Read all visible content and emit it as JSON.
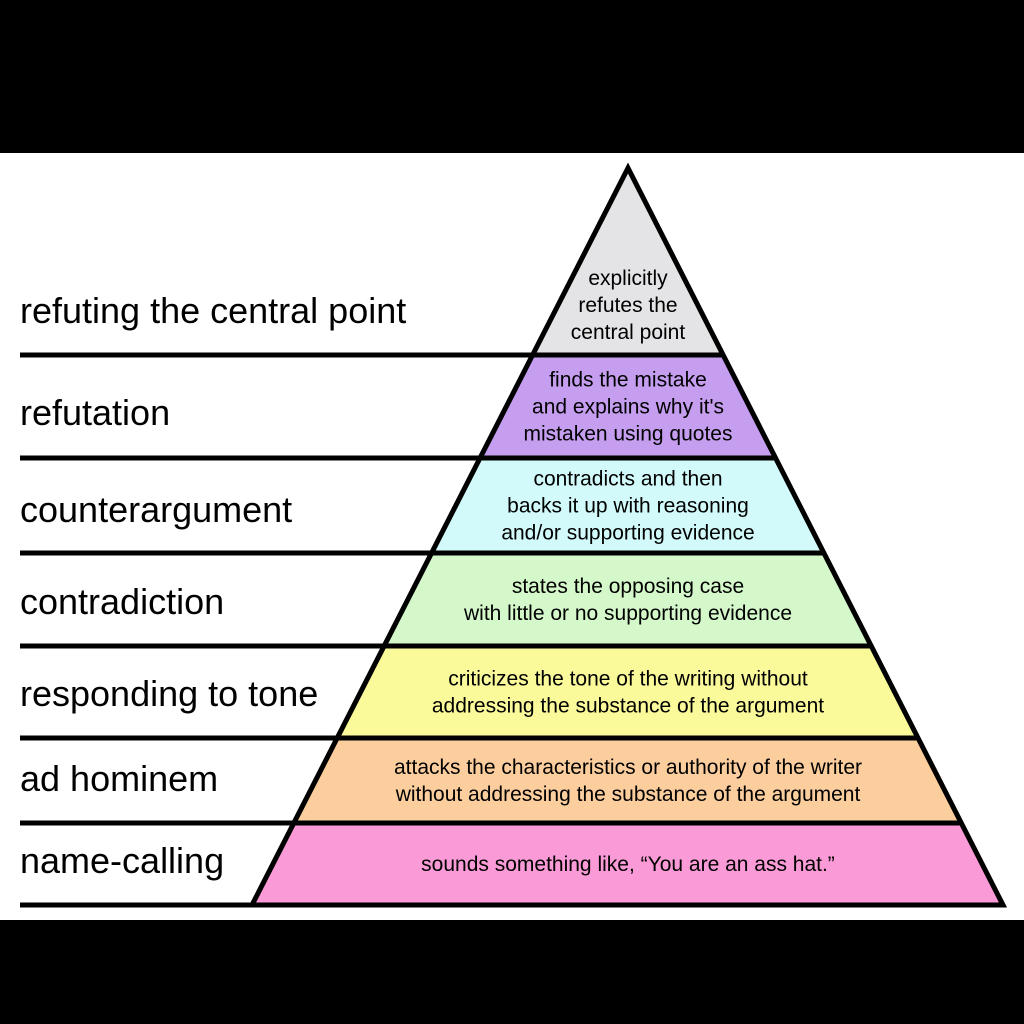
{
  "levels": [
    {
      "label": "refuting the central point",
      "desc": [
        "explicitly",
        "refutes the",
        "central point"
      ],
      "color": "#e4e4e6"
    },
    {
      "label": "refutation",
      "desc": [
        "finds the mistake",
        "and explains why it's",
        "mistaken using quotes"
      ],
      "color": "#c69ef0"
    },
    {
      "label": "counterargument",
      "desc": [
        "contradicts and then",
        "backs it up with reasoning",
        "and/or supporting evidence"
      ],
      "color": "#d2fafa"
    },
    {
      "label": "contradiction",
      "desc": [
        "states the opposing case",
        "with little or no supporting evidence"
      ],
      "color": "#d4f8ca"
    },
    {
      "label": "responding to tone",
      "desc": [
        "criticizes the tone of the writing without",
        "addressing the substance of the argument"
      ],
      "color": "#fafa9a"
    },
    {
      "label": "ad hominem",
      "desc": [
        "attacks the characteristics or authority of the writer",
        "without addressing the substance of the argument"
      ],
      "color": "#fcce9e"
    },
    {
      "label": "name-calling",
      "desc": [
        "sounds something like, “You are an ass hat.”"
      ],
      "color": "#fa9ad6"
    }
  ]
}
